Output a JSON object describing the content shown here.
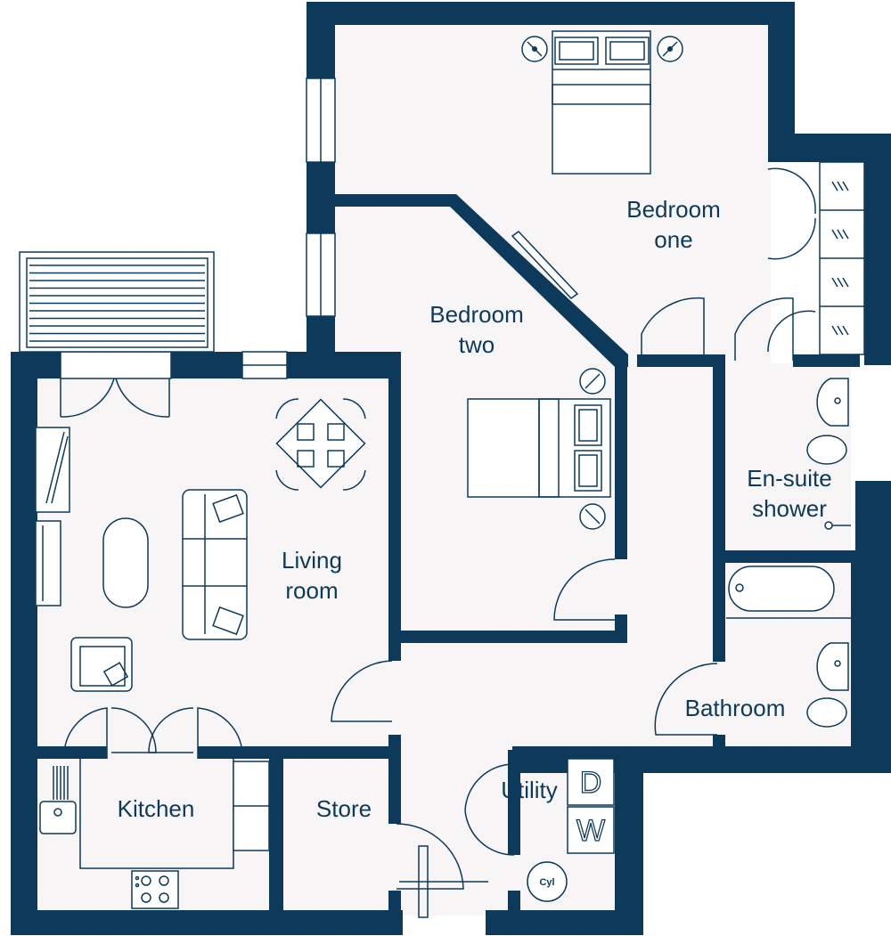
{
  "rooms": {
    "bedroom_one": [
      "Bedroom",
      "one"
    ],
    "bedroom_two": [
      "Bedroom",
      "two"
    ],
    "ensuite": [
      "En-suite",
      "shower"
    ],
    "living": [
      "Living",
      "room"
    ],
    "bathroom": "Bathroom",
    "kitchen": "Kitchen",
    "store": "Store",
    "utility": "Utility"
  },
  "appliances": {
    "dryer": "D",
    "washer": "W",
    "cylinder": "Cyl"
  },
  "colors": {
    "wall": "#0d3a5a",
    "floor": "#f7f5f5"
  }
}
